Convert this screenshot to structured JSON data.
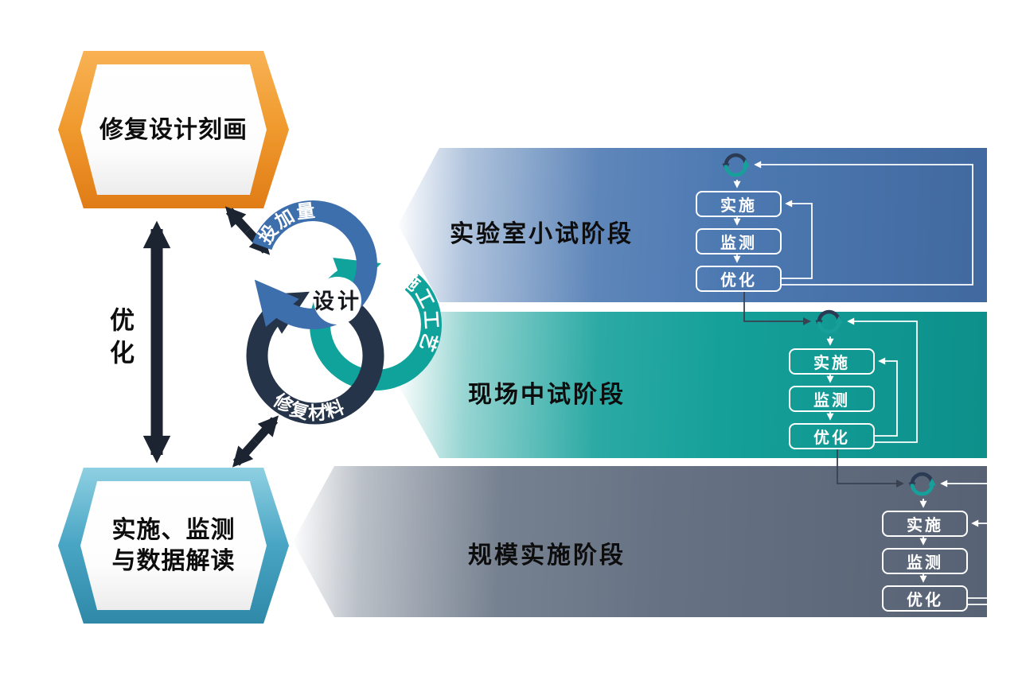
{
  "palette": {
    "band_blue": "#4d79b2",
    "band_teal": "#15a09a",
    "band_gray": "#677384",
    "hex_orange": "#f09a2e",
    "hex_blue": "#4aa6c5",
    "ring_blue": "#3d6fad",
    "ring_teal": "#0fa39c",
    "ring_navy": "#253449",
    "arrow_dark": "#1d2431",
    "text_white": "#ffffff"
  },
  "left_column": {
    "design_box": "修复设计刻画",
    "implement_box_line1": "实施、监测",
    "implement_box_line2": "与数据解读",
    "optimize_arrow_label": "优化"
  },
  "cycle": {
    "center": "设计",
    "dosage": "投加量",
    "process": "施工工艺",
    "material": "修复材料"
  },
  "stages": [
    {
      "name": "实验室小试阶段",
      "steps": [
        "实施",
        "监测",
        "优化"
      ]
    },
    {
      "name": "现场中试阶段",
      "steps": [
        "实施",
        "监测",
        "优化"
      ]
    },
    {
      "name": "规模实施阶段",
      "steps": [
        "实施",
        "监测",
        "优化"
      ]
    }
  ]
}
